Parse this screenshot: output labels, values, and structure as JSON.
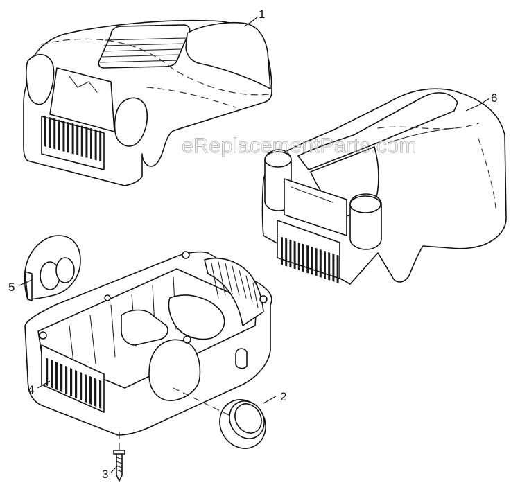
{
  "watermark": "eReplacementParts.com",
  "callouts": [
    "1",
    "2",
    "3",
    "4",
    "5",
    "6"
  ]
}
